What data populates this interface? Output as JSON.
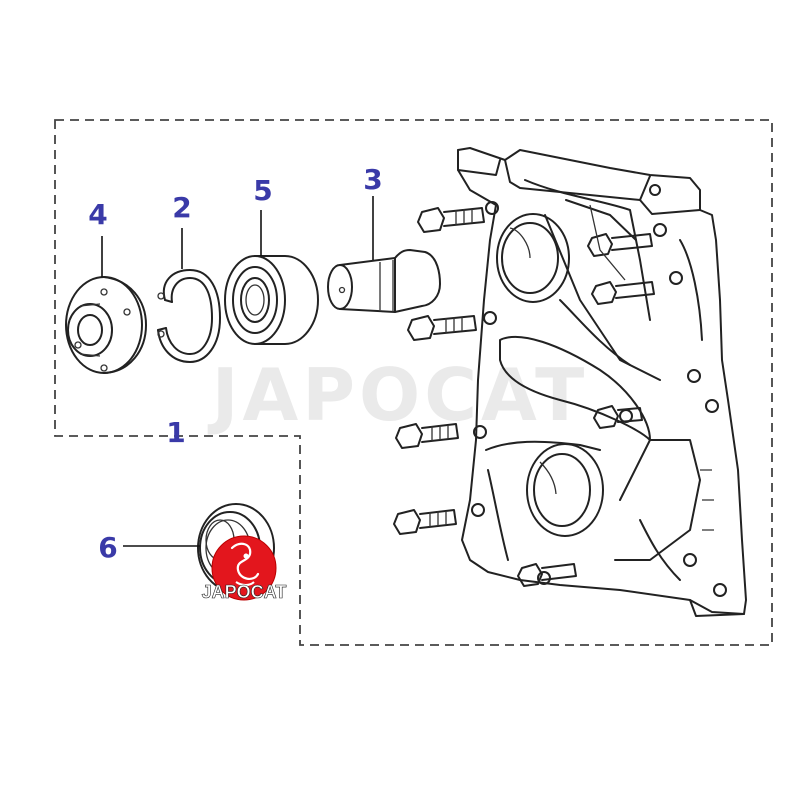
{
  "callouts": {
    "1": "1",
    "2": "2",
    "3": "3",
    "4": "4",
    "5": "5",
    "6": "6"
  },
  "watermark": "JAPOCAT",
  "logo": {
    "text": "JAPOCAT"
  },
  "colors": {
    "callout": "#3a3aa8",
    "line": "#222222",
    "logo_red": "#e3161d",
    "watermark": "#e6e6e6"
  }
}
